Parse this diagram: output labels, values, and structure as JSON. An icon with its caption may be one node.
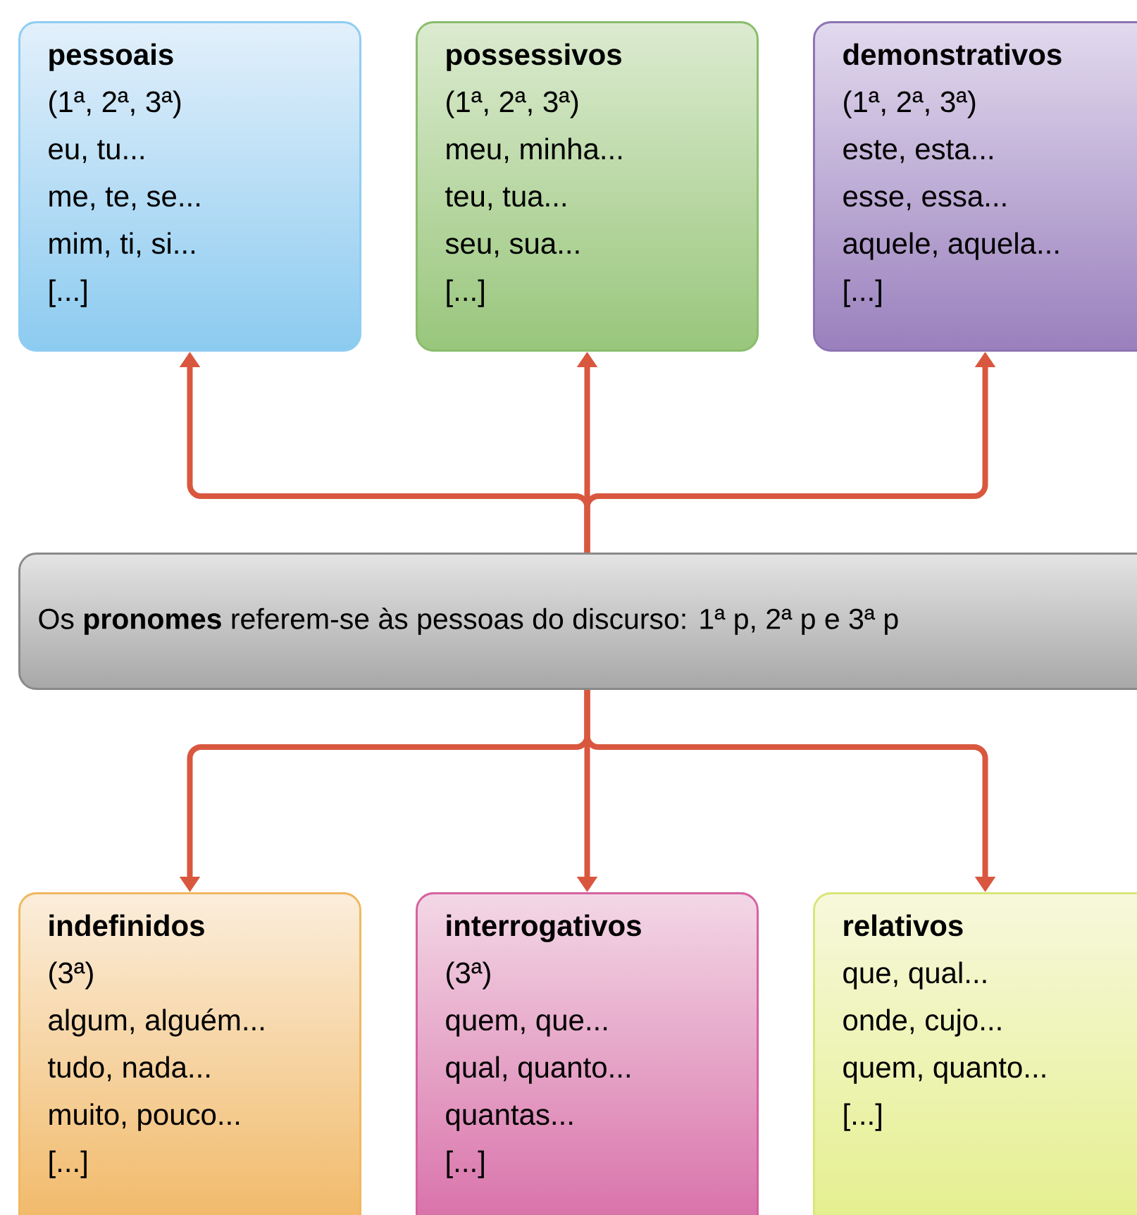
{
  "diagram": {
    "nodes": [
      {
        "text": [
          "pessoais",
          "(1ª, 2ª, 3ª)",
          "eu, tu...",
          "me, te, se...",
          "mim, ti, si...",
          "[...]"
        ]
      },
      {
        "text": [
          "possessivos",
          "(1ª, 2ª, 3ª)",
          "meu, minha...",
          "teu, tua...",
          "seu, sua...",
          "[...]"
        ]
      },
      {
        "text": [
          "demonstrativos",
          "(1ª, 2ª, 3ª)",
          "este, esta...",
          "esse, essa...",
          "aquele, aquela...",
          "[...]"
        ]
      },
      {
        "text": [
          "Os **pronomes** referem-se às pessoas do discurso: 1ª p, 2ª p e 3ª p"
        ]
      },
      {
        "text": [
          "indefinidos",
          "(3ª)",
          "algum, alguém...",
          "tudo, nada...",
          "muito, pouco...",
          "[...]"
        ]
      },
      {
        "text": [
          "interrogativos",
          "(3ª)",
          "quem, que...",
          "qual, quanto...",
          "quantas...",
          "[...]"
        ]
      },
      {
        "text": [
          "relativos",
          "que, qual...",
          "onde, cujo...",
          "quem, quanto...",
          "[...]"
        ]
      }
    ],
    "edges": [
      {
        "from": 3,
        "to": 0,
        "arrow": "to"
      },
      {
        "from": 3,
        "to": 1,
        "arrow": "to"
      },
      {
        "from": 3,
        "to": 2,
        "arrow": "to"
      },
      {
        "from": 3,
        "to": 4,
        "arrow": "to"
      },
      {
        "from": 3,
        "to": 5,
        "arrow": "to"
      },
      {
        "from": 3,
        "to": 6,
        "arrow": "to"
      }
    ]
  }
}
